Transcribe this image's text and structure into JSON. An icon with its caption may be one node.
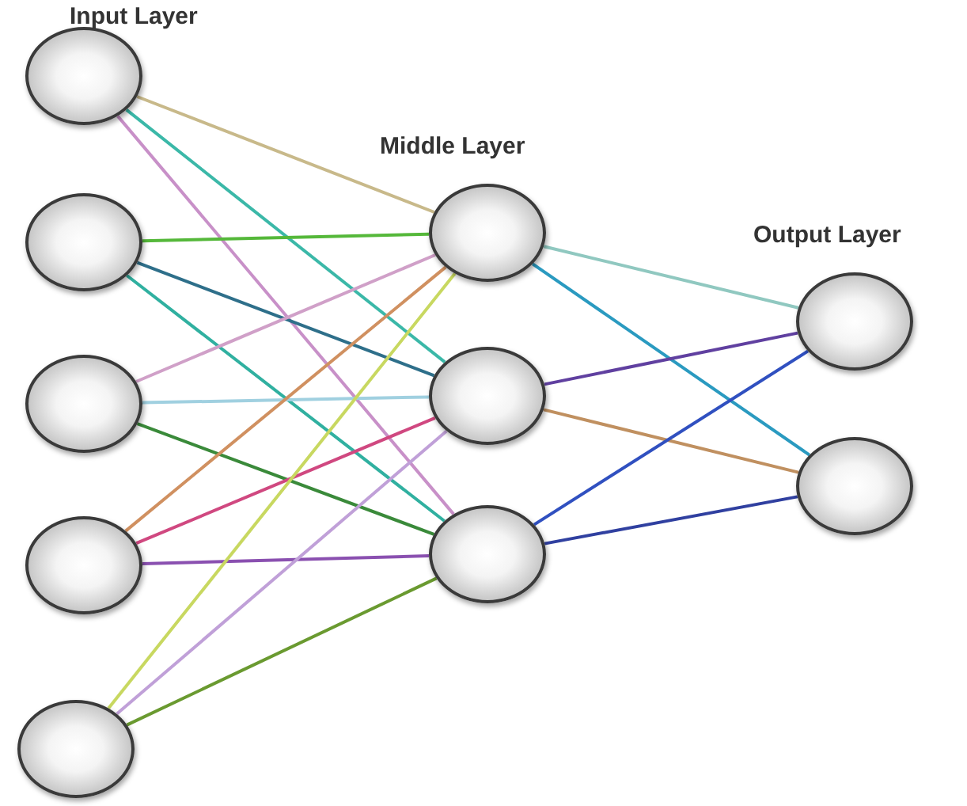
{
  "diagram": {
    "nodes": [
      {
        "text": [],
        "shape": "circle"
      },
      {
        "text": [],
        "shape": "circle"
      },
      {
        "text": [],
        "shape": "circle"
      },
      {
        "text": [],
        "shape": "circle"
      },
      {
        "text": [],
        "shape": "circle"
      },
      {
        "text": [],
        "shape": "circle"
      },
      {
        "text": [],
        "shape": "circle"
      },
      {
        "text": [],
        "shape": "circle"
      },
      {
        "text": [],
        "shape": "circle"
      },
      {
        "text": [],
        "shape": "circle"
      }
    ],
    "edges": [
      {
        "from": 0,
        "to": 5,
        "arrow": "none",
        "color": "#c8b98a"
      },
      {
        "from": 0,
        "to": 6,
        "arrow": "none",
        "color": "#3bb8a8"
      },
      {
        "from": 0,
        "to": 7,
        "arrow": "none",
        "color": "#c890c8"
      },
      {
        "from": 1,
        "to": 5,
        "arrow": "none",
        "color": "#55b83a"
      },
      {
        "from": 1,
        "to": 6,
        "arrow": "none",
        "color": "#2e6f8a"
      },
      {
        "from": 1,
        "to": 7,
        "arrow": "none",
        "color": "#30b0a0"
      },
      {
        "from": 2,
        "to": 5,
        "arrow": "none",
        "color": "#d0a0c8"
      },
      {
        "from": 2,
        "to": 6,
        "arrow": "none",
        "color": "#a0d0e0"
      },
      {
        "from": 2,
        "to": 7,
        "arrow": "none",
        "color": "#3a8a3a"
      },
      {
        "from": 3,
        "to": 5,
        "arrow": "none",
        "color": "#d09060"
      },
      {
        "from": 3,
        "to": 6,
        "arrow": "none",
        "color": "#d04880"
      },
      {
        "from": 3,
        "to": 7,
        "arrow": "none",
        "color": "#8a50b0"
      },
      {
        "from": 4,
        "to": 5,
        "arrow": "none",
        "color": "#c8d860"
      },
      {
        "from": 4,
        "to": 6,
        "arrow": "none",
        "color": "#c0a0d8"
      },
      {
        "from": 4,
        "to": 7,
        "arrow": "none",
        "color": "#6a9a30"
      },
      {
        "from": 5,
        "to": 8,
        "arrow": "none",
        "color": "#90c8c0"
      },
      {
        "from": 5,
        "to": 9,
        "arrow": "none",
        "color": "#2a9ac0"
      },
      {
        "from": 6,
        "to": 8,
        "arrow": "none",
        "color": "#6040a0"
      },
      {
        "from": 6,
        "to": 9,
        "arrow": "none",
        "color": "#c09060"
      },
      {
        "from": 7,
        "to": 8,
        "arrow": "none",
        "color": "#3050c0"
      },
      {
        "from": 7,
        "to": 9,
        "arrow": "none",
        "color": "#3040a0"
      }
    ],
    "labels": [
      "Input Layer",
      "Middle Layer",
      "Output Layer"
    ]
  }
}
